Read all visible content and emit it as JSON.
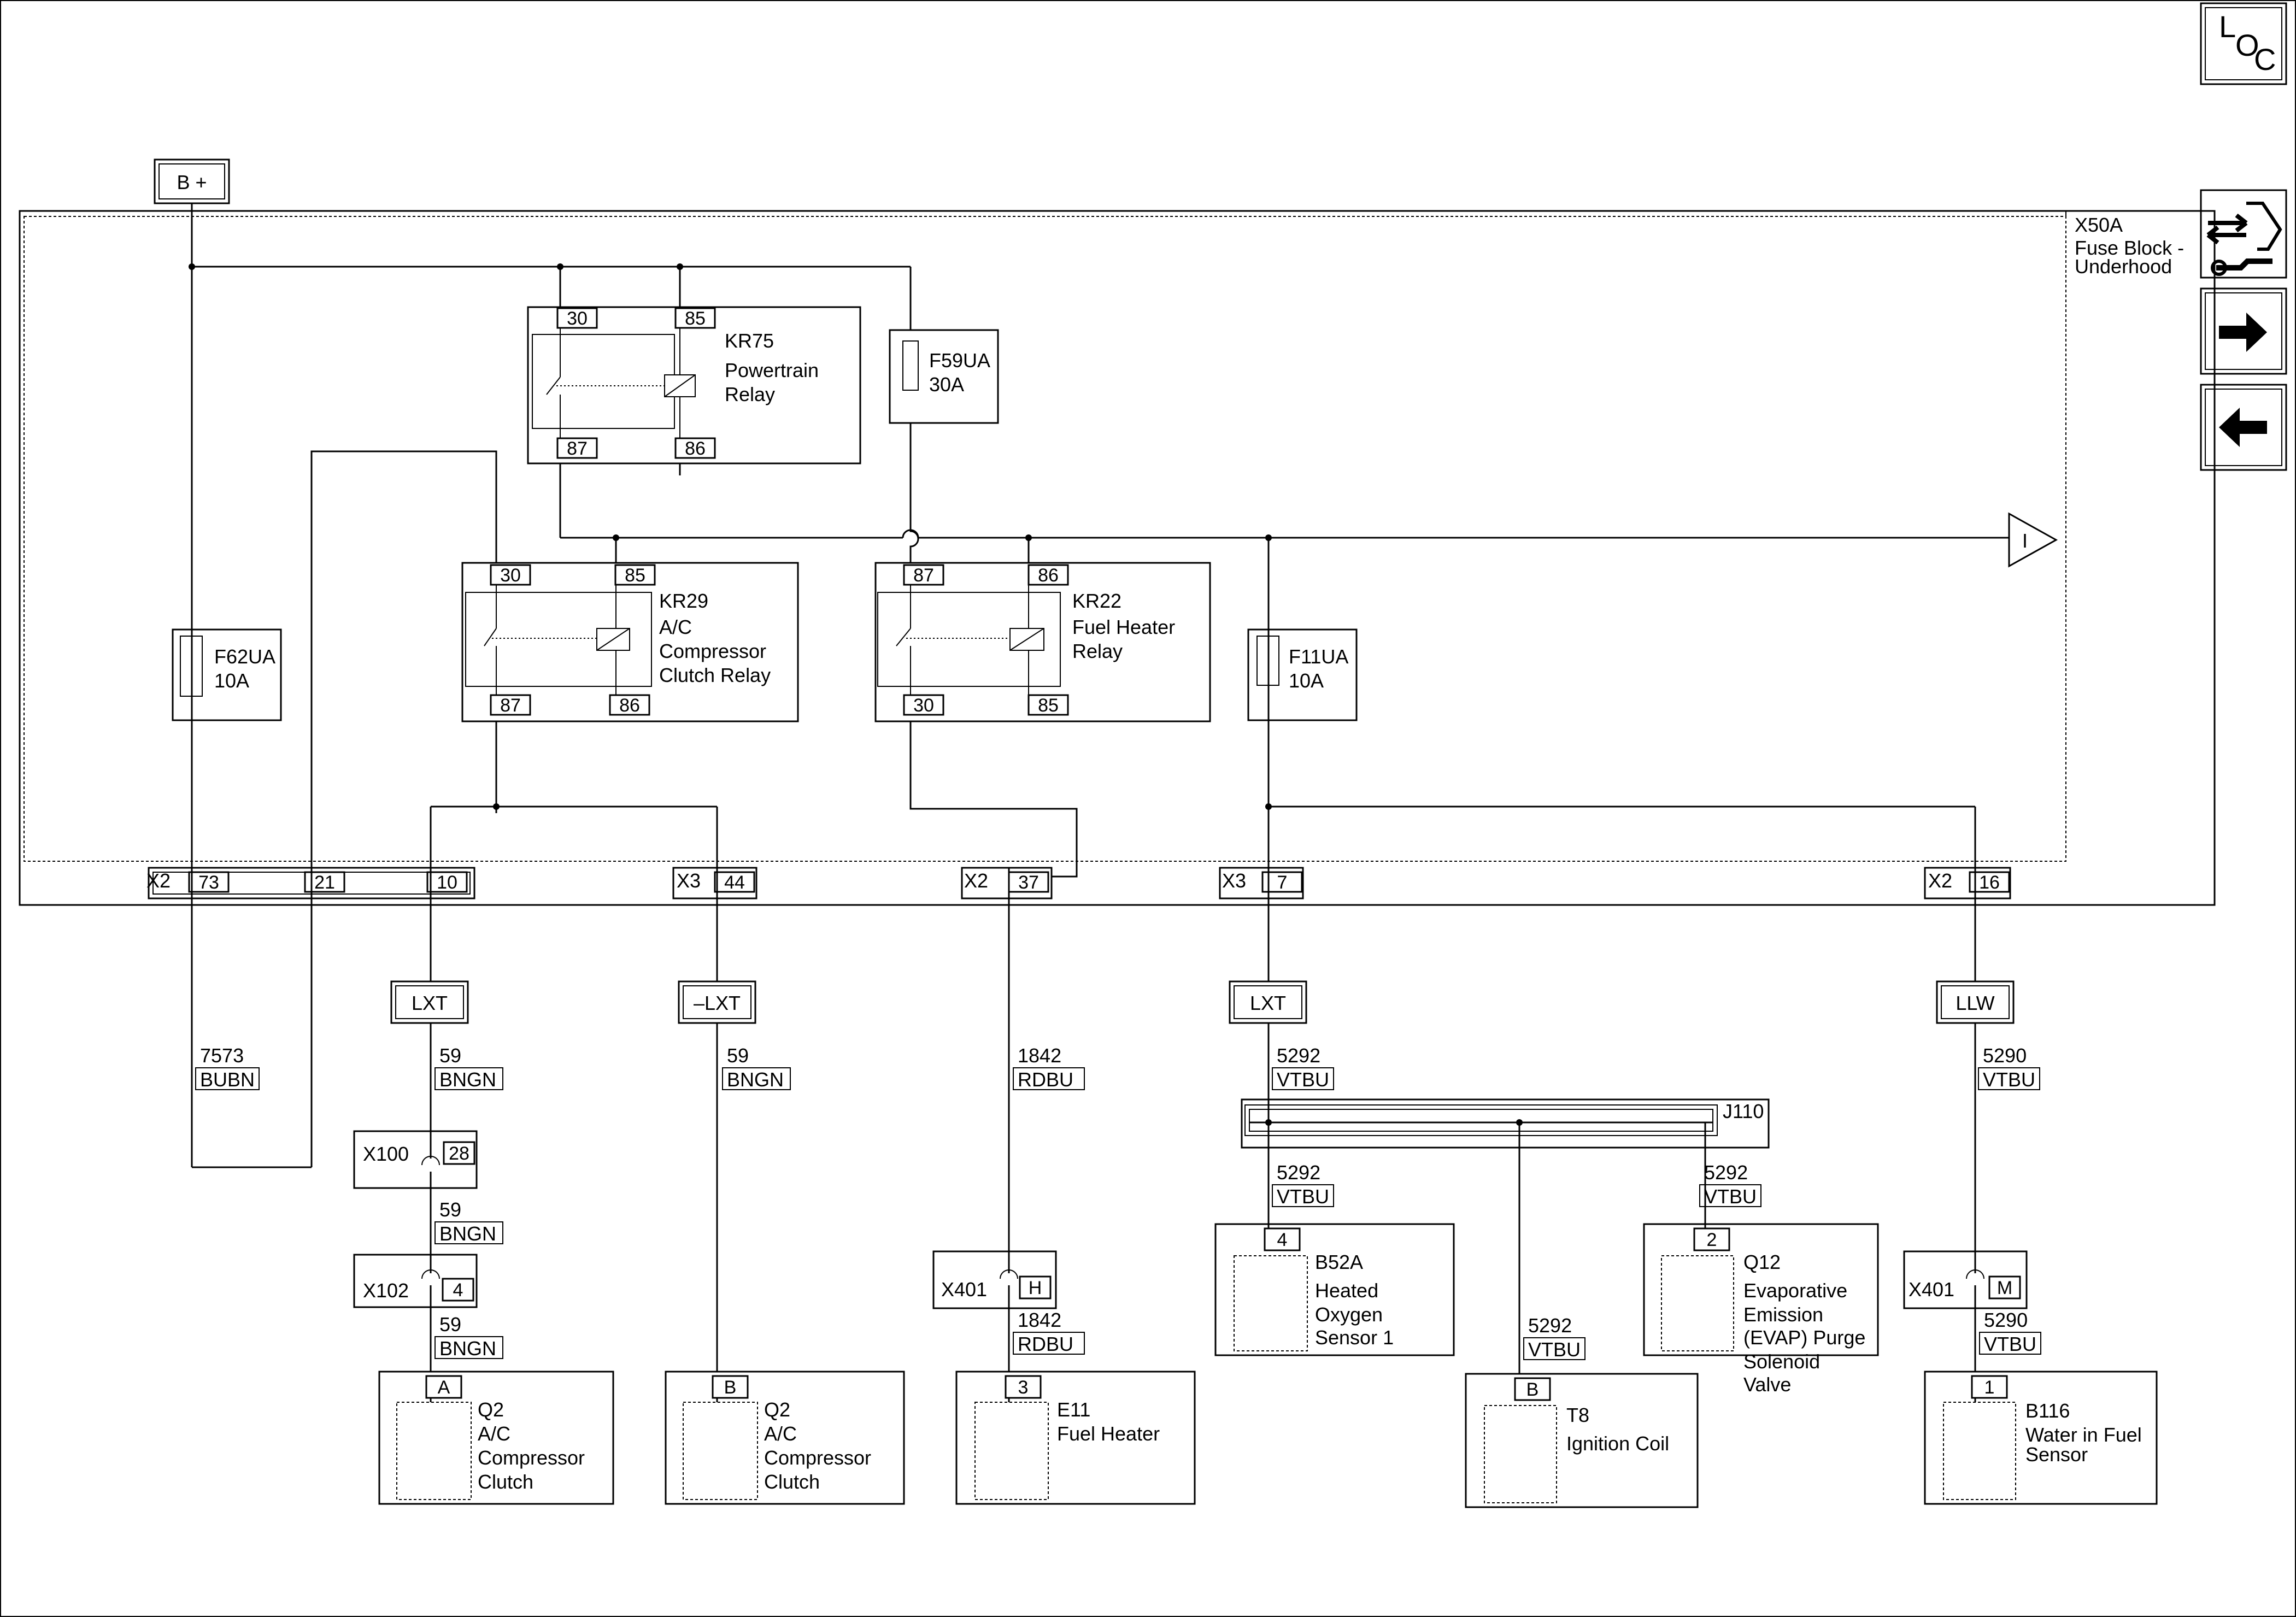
{
  "nav": {
    "loc_letters": [
      "L",
      "O",
      "C"
    ]
  },
  "power": {
    "bplus": "B +"
  },
  "fuse_block": {
    "id": "X50A",
    "name_line1": "Fuse Block -",
    "name_line2": "Underhood"
  },
  "relays": {
    "kr75": {
      "id": "KR75",
      "line1": "Powertrain",
      "line2": "Relay",
      "pins": [
        "30",
        "85",
        "87",
        "86"
      ]
    },
    "kr29": {
      "id": "KR29",
      "line1": "A/C",
      "line2": "Compressor",
      "line3": "Clutch Relay",
      "pins": [
        "30",
        "85",
        "87",
        "86"
      ]
    },
    "kr22": {
      "id": "KR22",
      "line1": "Fuel Heater",
      "line2": "Relay",
      "pins": [
        "87",
        "86",
        "30",
        "85"
      ]
    }
  },
  "fuses": {
    "f59ua": {
      "id": "F59UA",
      "rating": "30A"
    },
    "f62ua": {
      "id": "F62UA",
      "rating": "10A"
    },
    "f11ua": {
      "id": "F11UA",
      "rating": "10A"
    }
  },
  "ignition_symbol": "I",
  "connectors": {
    "x2a": {
      "name": "X2",
      "pins": [
        "73",
        "21",
        "10"
      ]
    },
    "x3a": {
      "name": "X3",
      "pin": "44"
    },
    "x2b": {
      "name": "X2",
      "pin": "37"
    },
    "x3b": {
      "name": "X3",
      "pin": "7"
    },
    "x2c": {
      "name": "X2",
      "pin": "16"
    },
    "x100": {
      "name": "X100",
      "pin": "28"
    },
    "x102": {
      "name": "X102",
      "pin": "4"
    },
    "x401a": {
      "name": "X401",
      "pin": "H"
    },
    "x401b": {
      "name": "X401",
      "pin": "M"
    }
  },
  "options": {
    "lxt1": "LXT",
    "nlxt": "–LXT",
    "lxt2": "LXT",
    "llw": "LLW"
  },
  "wires": {
    "w7573": {
      "num": "7573",
      "color": "BUBN"
    },
    "w59a": {
      "num": "59",
      "color": "BNGN"
    },
    "w59b": {
      "num": "59",
      "color": "BNGN"
    },
    "w59c": {
      "num": "59",
      "color": "BNGN"
    },
    "w59d": {
      "num": "59",
      "color": "BNGN"
    },
    "w1842a": {
      "num": "1842",
      "color": "RDBU"
    },
    "w1842b": {
      "num": "1842",
      "color": "RDBU"
    },
    "w5292a": {
      "num": "5292",
      "color": "VTBU"
    },
    "w5292b": {
      "num": "5292",
      "color": "VTBU"
    },
    "w5292c": {
      "num": "5292",
      "color": "VTBU"
    },
    "w5292d": {
      "num": "5292",
      "color": "VTBU"
    },
    "w5290a": {
      "num": "5290",
      "color": "VTBU"
    },
    "w5290b": {
      "num": "5290",
      "color": "VTBU"
    }
  },
  "splice": {
    "id": "J110"
  },
  "components": {
    "q2a": {
      "pin": "A",
      "id": "Q2",
      "line1": "A/C",
      "line2": "Compressor",
      "line3": "Clutch"
    },
    "q2b": {
      "pin": "B",
      "id": "Q2",
      "line1": "A/C",
      "line2": "Compressor",
      "line3": "Clutch"
    },
    "e11": {
      "pin": "3",
      "id": "E11",
      "line1": "Fuel Heater"
    },
    "b52a": {
      "pin": "4",
      "id": "B52A",
      "line1": "Heated",
      "line2": "Oxygen",
      "line3": "Sensor 1"
    },
    "t8": {
      "pin": "B",
      "id": "T8",
      "line1": "Ignition Coil"
    },
    "q12": {
      "pin": "2",
      "id": "Q12",
      "line1": "Evaporative",
      "line2": "Emission",
      "line3": "(EVAP) Purge",
      "line4": "Solenoid",
      "line5": "Valve"
    },
    "b116": {
      "pin": "1",
      "id": "B116",
      "line1": "Water in Fuel",
      "line2": "Sensor"
    }
  }
}
